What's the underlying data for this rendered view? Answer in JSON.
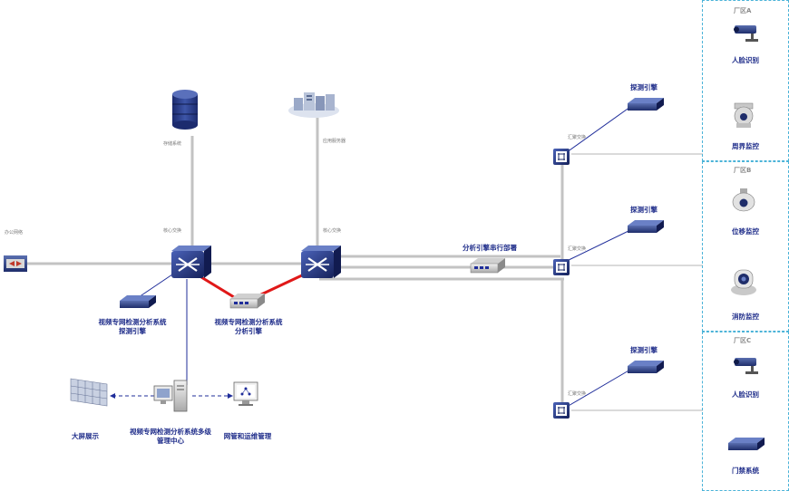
{
  "colors": {
    "trunk": "#c3c3c3",
    "link": "#1f2d9a",
    "redlink": "#e01818",
    "label": "#1f2d8a",
    "zone_border": "#4bb3d8"
  },
  "nodes": {
    "storage_label": "存储系统",
    "server_label": "应用服务器",
    "core_left_label": "核心交换",
    "core_right_label": "核心交换",
    "office_label": "办公网络",
    "probe_left": [
      "视频专网检测分析系统",
      "探测引擎"
    ],
    "analysis_engine": [
      "视频专网检测分析系统",
      "分析引擎"
    ],
    "mgmt_center": [
      "视频专网检测分析系统多级",
      "管理中心"
    ],
    "big_screen": "大屏展示",
    "net_mgmt": "网管和运维管理",
    "serial_deploy": "分析引擎串行部署",
    "probe_top": "探测引擎",
    "probe_mid": "探测引擎",
    "probe_bottom": "探测引擎",
    "agg_top": "汇聚交换",
    "agg_mid": "汇聚交换",
    "agg_bottom": "汇聚交换"
  },
  "zones": [
    {
      "title": "厂区A",
      "items": [
        "人脸识别",
        "周界监控"
      ]
    },
    {
      "title": "厂区B",
      "items": [
        "位移监控",
        "消防监控"
      ]
    },
    {
      "title": "厂区C",
      "items": [
        "人脸识别",
        "门禁系统"
      ]
    }
  ],
  "icons": {
    "storage": "database-icon",
    "server": "server-room-icon",
    "core_switch": "core-switch-icon",
    "firewall": "firewall-icon",
    "probe": "probe-appliance-icon",
    "analysis": "analysis-appliance-icon",
    "video_wall": "video-wall-icon",
    "workstation": "workstation-icon",
    "monitor": "monitor-icon",
    "agg_switch": "aggregation-switch-icon",
    "bullet_camera": "bullet-camera-icon",
    "dome_camera": "dome-camera-icon",
    "ptz_camera": "ptz-camera-icon",
    "box_camera": "box-camera-icon",
    "access_control": "access-control-icon"
  }
}
